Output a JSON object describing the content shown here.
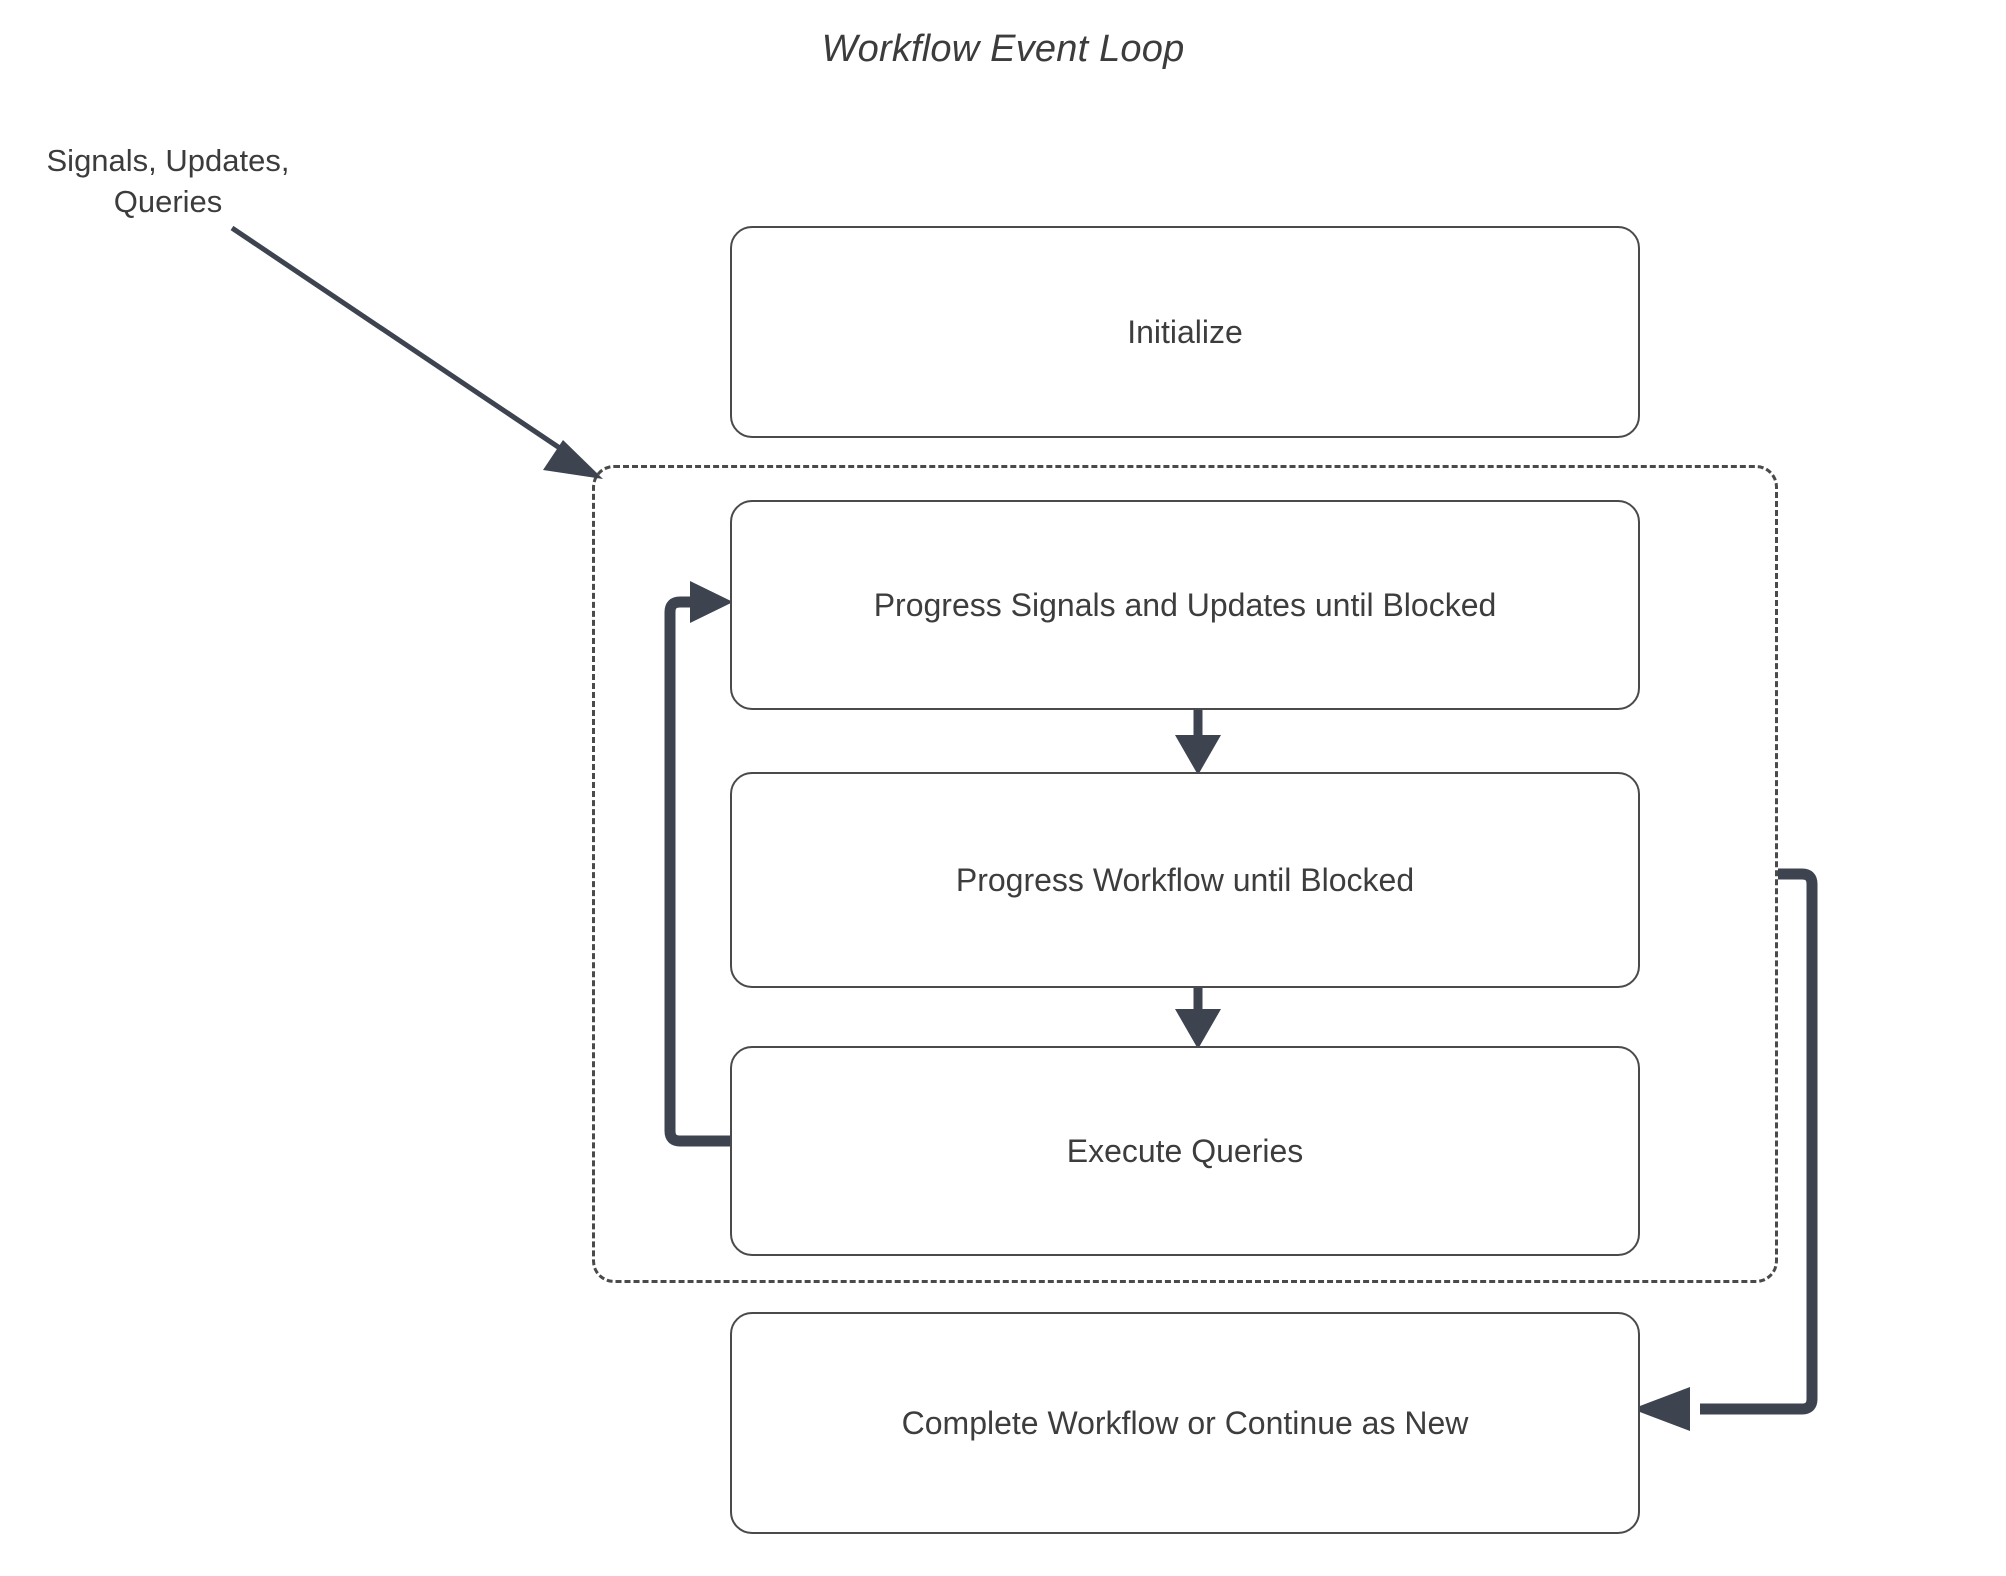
{
  "diagram": {
    "title": "Workflow Event Loop",
    "type": "flowchart",
    "theme": {
      "background": "#ffffff",
      "node_border": "#4a4a4a",
      "node_fill": "#ffffff",
      "text": "#3d3d3d",
      "edge": "#3d4450",
      "dashed_group_border": "#4a4a4a"
    },
    "external_input": {
      "line1": "Signals, Updates,",
      "line2": "Queries"
    },
    "nodes": [
      {
        "id": "initialize",
        "label": "Initialize"
      },
      {
        "id": "progress-signals",
        "label": "Progress Signals and Updates until Blocked"
      },
      {
        "id": "progress-workflow",
        "label": "Progress Workflow until Blocked"
      },
      {
        "id": "execute-queries",
        "label": "Execute Queries"
      },
      {
        "id": "complete-workflow",
        "label": "Complete Workflow or Continue as New"
      }
    ],
    "group": {
      "id": "event-loop-group",
      "style": "dashed",
      "label": "",
      "members": [
        "progress-signals",
        "progress-workflow",
        "execute-queries"
      ]
    },
    "edges": [
      {
        "id": "external-to-loop",
        "from": "Signals, Updates, Queries",
        "to": "event-loop-group",
        "style": "solid-arrow"
      },
      {
        "id": "signals-to-workflow",
        "from": "progress-signals",
        "to": "progress-workflow",
        "style": "solid-arrow"
      },
      {
        "id": "workflow-to-queries",
        "from": "progress-workflow",
        "to": "execute-queries",
        "style": "solid-arrow"
      },
      {
        "id": "queries-back-to-signals",
        "from": "execute-queries",
        "to": "progress-signals",
        "style": "loop-back-arrow"
      },
      {
        "id": "loop-to-complete",
        "from": "event-loop-group",
        "to": "complete-workflow",
        "style": "loop-exit-arrow"
      }
    ]
  }
}
